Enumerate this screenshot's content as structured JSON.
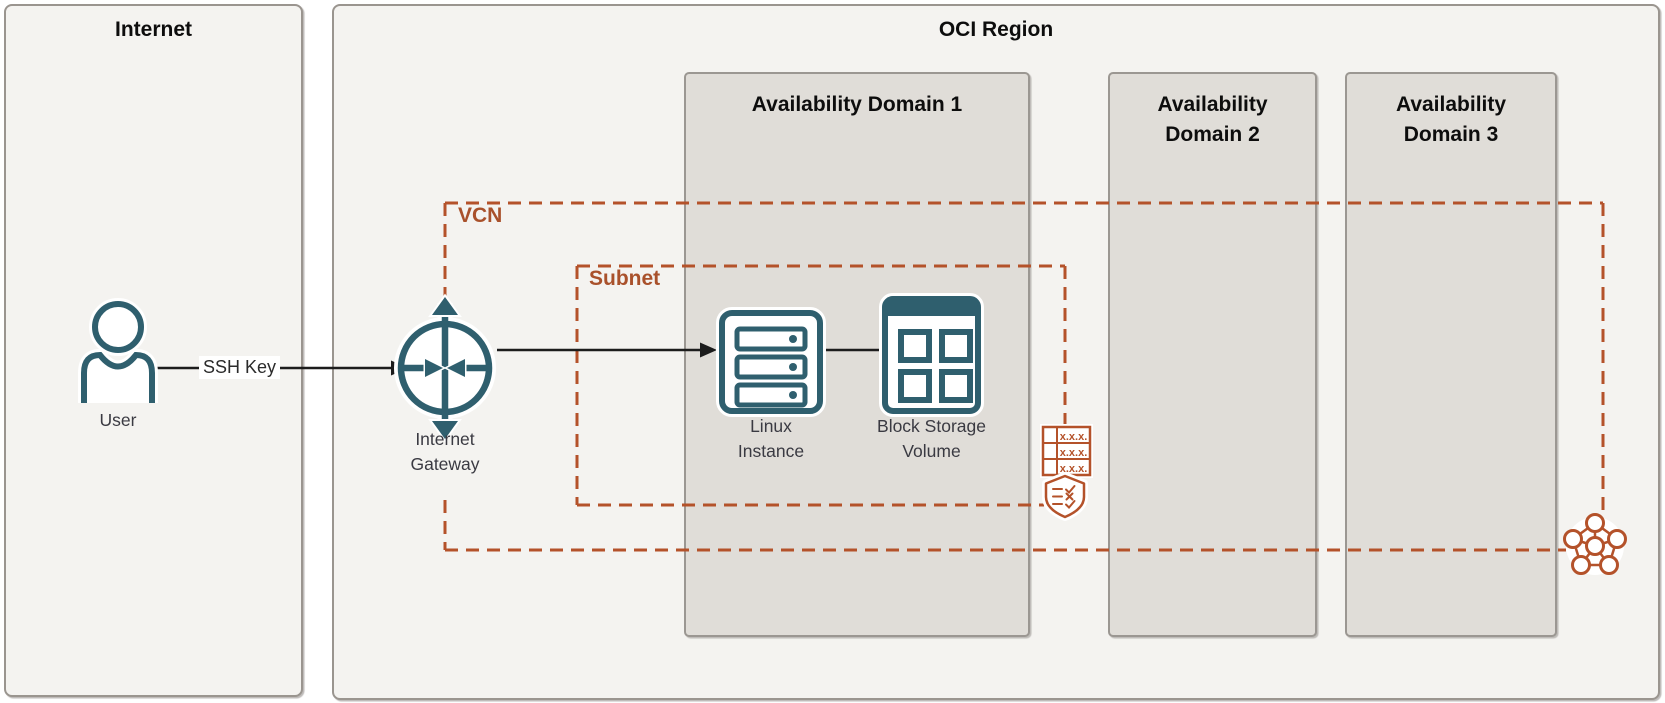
{
  "diagram": {
    "internet_zone": {
      "title": "Internet"
    },
    "region": {
      "title": "OCI Region",
      "availability_domains": [
        {
          "label": "Availability Domain 1"
        },
        {
          "label": "Availability Domain 2"
        },
        {
          "label": "Availability Domain 3"
        }
      ],
      "vcn": {
        "label": "VCN",
        "subnet": {
          "label": "Subnet",
          "route_table_rows": [
            "x.x.x.",
            "x.x.x.",
            "x.x.x."
          ]
        }
      }
    },
    "nodes": {
      "user": {
        "label": "User"
      },
      "internet_gateway": {
        "label": "Internet Gateway"
      },
      "linux_instance": {
        "label": "Linux Instance"
      },
      "block_storage_volume": {
        "label": "Block Storage Volume"
      }
    },
    "edges": {
      "ssh_key": {
        "label": "SSH Key"
      }
    },
    "colors": {
      "icon_teal": "#2f5f6e",
      "network_rust": "#b4522a",
      "zone_fill": "#f4f3f0",
      "availability_domain_fill": "#e0ddd8",
      "arrow_black": "#1c1c1c"
    }
  }
}
